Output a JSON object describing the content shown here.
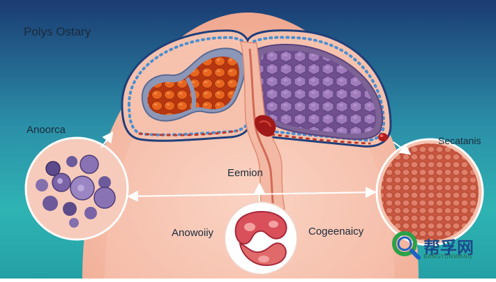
{
  "labels": {
    "title": "Polys Ostary",
    "left_cell_label": "Anoorca",
    "right_cell_label": "Secatanis",
    "center_label": "Eemion",
    "bottom_left_label": "Anowoiiy",
    "bottom_right_label": "Cogeenaicy"
  },
  "watermark": {
    "cn": "帮孚网",
    "en": "BANGYUNWANG"
  },
  "colors": {
    "background_top": "#1b3b73",
    "background_bottom": "#2fb3b3",
    "tissue_pink": "#f4b9a6",
    "orange_cells": "#e0561e",
    "purple_cells": "#9a78b4"
  },
  "icons": {
    "watermark_logo": "magnifier-logo-icon"
  }
}
